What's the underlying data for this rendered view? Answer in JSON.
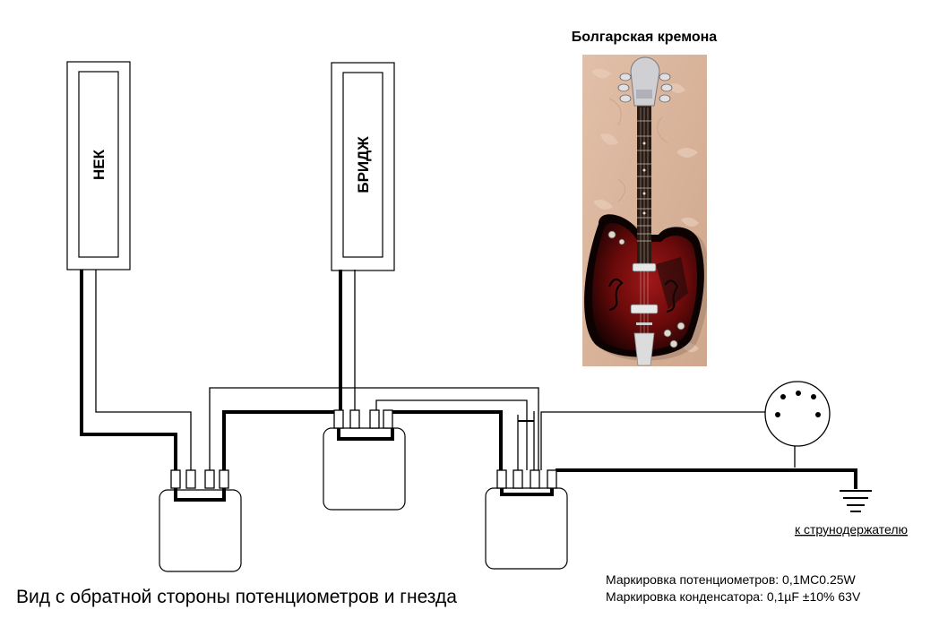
{
  "photo": {
    "title": "Болгарская кремона"
  },
  "pickups": {
    "neck": "НЕК",
    "bridge": "БРИДЖ"
  },
  "ground_label": "к струнодержателю",
  "caption": "Вид с обратной стороны потенциометров и гнезда",
  "notes": {
    "pots": "Маркировка потенциометров: 0,1МС0.25W",
    "cap": "Маркировка конденсатора: 0,1µF ±10% 63V"
  }
}
